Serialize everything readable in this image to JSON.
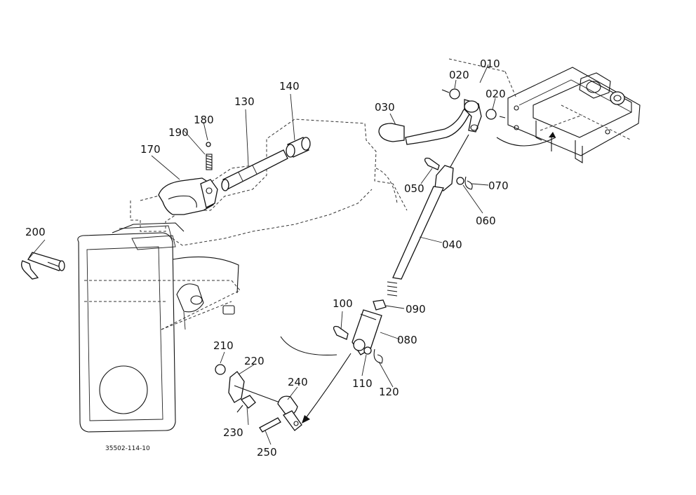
{
  "parts": [
    {
      "id": "010",
      "label": "010"
    },
    {
      "id": "020a",
      "label": "020"
    },
    {
      "id": "020b",
      "label": "020"
    },
    {
      "id": "030",
      "label": "030"
    },
    {
      "id": "040",
      "label": "040"
    },
    {
      "id": "050",
      "label": "050"
    },
    {
      "id": "060",
      "label": "060"
    },
    {
      "id": "070",
      "label": "070"
    },
    {
      "id": "080",
      "label": "080"
    },
    {
      "id": "090",
      "label": "090"
    },
    {
      "id": "100",
      "label": "100"
    },
    {
      "id": "110",
      "label": "110"
    },
    {
      "id": "120",
      "label": "120"
    },
    {
      "id": "130",
      "label": "130"
    },
    {
      "id": "140",
      "label": "140"
    },
    {
      "id": "170",
      "label": "170"
    },
    {
      "id": "180",
      "label": "180"
    },
    {
      "id": "190",
      "label": "190"
    },
    {
      "id": "200",
      "label": "200"
    },
    {
      "id": "210",
      "label": "210"
    },
    {
      "id": "220",
      "label": "220"
    },
    {
      "id": "230",
      "label": "230"
    },
    {
      "id": "240",
      "label": "240"
    },
    {
      "id": "250",
      "label": "250"
    }
  ],
  "drawing_code": "35502-114-10"
}
